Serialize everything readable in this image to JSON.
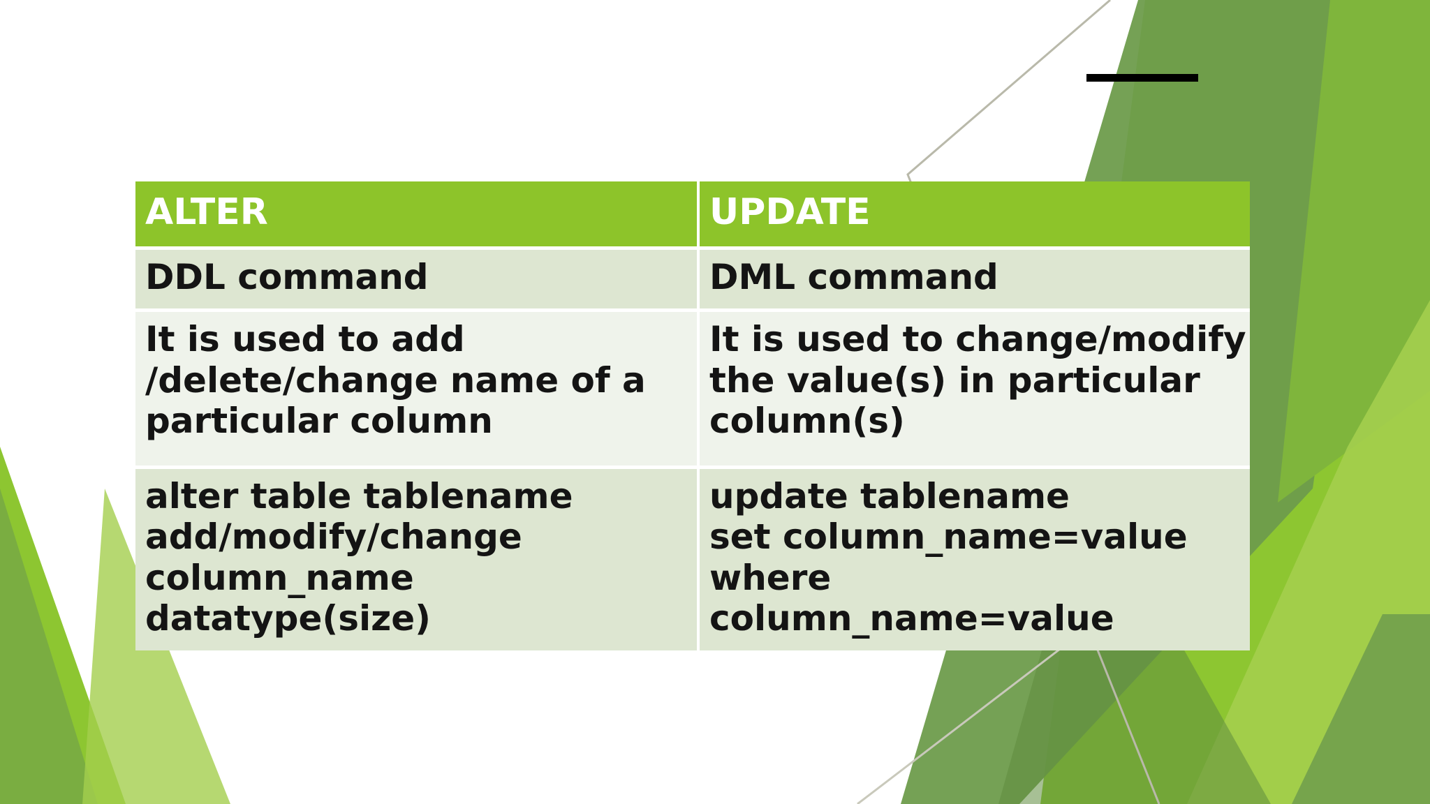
{
  "slide": {
    "background_color": "#ffffff",
    "accent_color": "#8DC42A",
    "deco_greens": [
      "#6E9C4C",
      "#8DC631",
      "#A4CE4E",
      "#7FB53C",
      "#5E8C3E"
    ],
    "rule_color": "#000000"
  },
  "table": {
    "headers": [
      {
        "label": "ALTER"
      },
      {
        "label": "UPDATE"
      }
    ],
    "rows": [
      {
        "band": "a",
        "cells": [
          {
            "lines": [
              "DDL command"
            ]
          },
          {
            "lines": [
              "DML command"
            ]
          }
        ]
      },
      {
        "band": "b",
        "cells": [
          {
            "lines": [
              "It is used to add",
              "/delete/change name of a",
              "particular column"
            ]
          },
          {
            "lines": [
              "It is used to change/modify",
              "the value(s) in particular",
              "column(s)"
            ]
          }
        ]
      },
      {
        "band": "a",
        "cells": [
          {
            "lines": [
              "alter table tablename",
              "add/modify/change",
              "column_name",
              "datatype(size)"
            ]
          },
          {
            "lines": [
              "update tablename",
              "set column_name=value",
              "where",
              "column_name=value"
            ]
          }
        ]
      }
    ]
  }
}
